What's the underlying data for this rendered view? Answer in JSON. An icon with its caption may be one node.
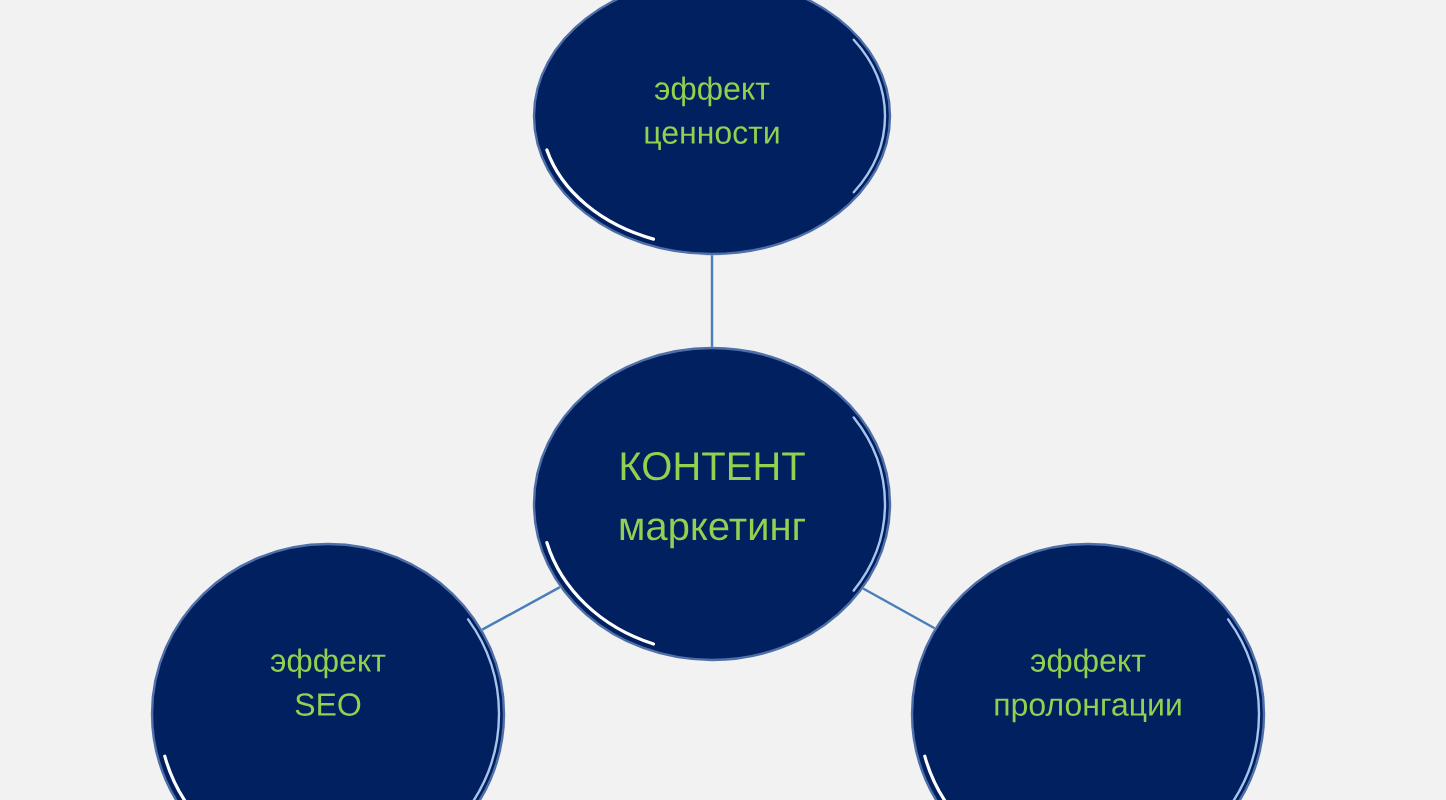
{
  "diagram": {
    "nodes": [
      {
        "text": [
          "эффект ценности"
        ]
      },
      {
        "text": [
          "КОНТЕНТ маркетинг"
        ]
      },
      {
        "text": [
          "эффект SEO"
        ]
      },
      {
        "text": [
          "эффект пролонгации"
        ]
      }
    ],
    "edges": [
      {
        "from": 0,
        "to": 1,
        "arrow": "none"
      },
      {
        "from": 1,
        "to": 2,
        "arrow": "none"
      },
      {
        "from": 1,
        "to": 3,
        "arrow": "none"
      }
    ]
  }
}
